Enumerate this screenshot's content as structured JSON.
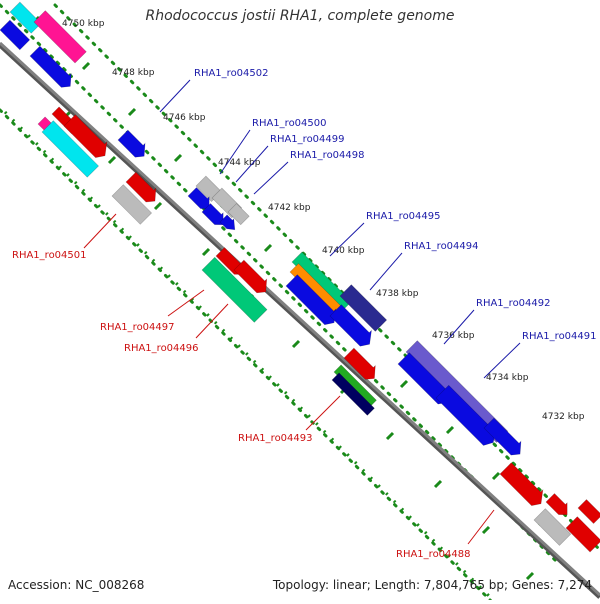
{
  "title": "Rhodococcus jostii RHA1, complete genome",
  "footer": {
    "accession": "Accession: NC_008268",
    "summary": "Topology: linear; Length: 7,804,765 bp; Genes: 7,274"
  },
  "colors": {
    "backbone": "#808080",
    "tick": "#1a8a1a",
    "label_top": "#1a1aa8",
    "label_bottom": "#cc1111",
    "ruler_label": "#222222"
  },
  "ruler": [
    "4750 kbp",
    "4748 kbp",
    "4746 kbp",
    "4744 kbp",
    "4742 kbp",
    "4740 kbp",
    "4738 kbp",
    "4736 kbp",
    "4734 kbp",
    "4732 kbp"
  ],
  "gene_labels_top": [
    "RHA1_ro04502",
    "RHA1_ro04500",
    "RHA1_ro04499",
    "RHA1_ro04498",
    "RHA1_ro04495",
    "RHA1_ro04494",
    "RHA1_ro04492",
    "RHA1_ro04491"
  ],
  "gene_labels_bottom": [
    "RHA1_ro04501",
    "RHA1_ro04497",
    "RHA1_ro04496",
    "RHA1_ro04493",
    "RHA1_ro04488"
  ],
  "feature_colors": [
    "#0a0ae0",
    "#ff1493",
    "#00e5ee",
    "#e00000",
    "#bbbbbb",
    "#00c878",
    "#2a2a90",
    "#ff8c00",
    "#22aa22",
    "#6a5acd",
    "#000060"
  ]
}
